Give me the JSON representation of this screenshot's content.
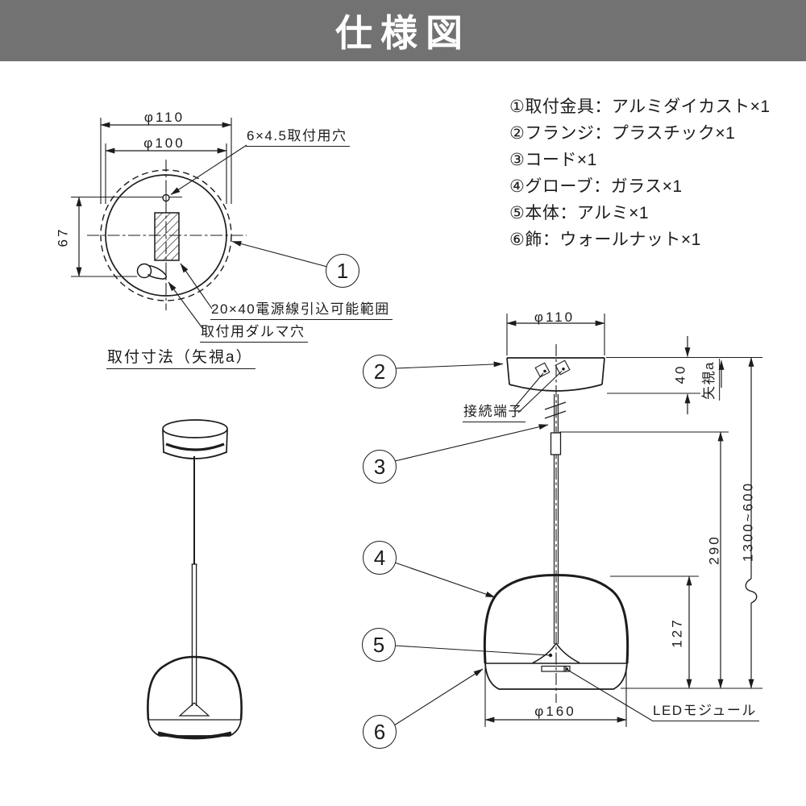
{
  "title": "仕様図",
  "parts_list": {
    "items": [
      "①取付金具：アルミダイカスト×1",
      "②フランジ：プラスチック×1",
      "③コード×1",
      "④グローブ：ガラス×1",
      "⑤本体：アルミ×1",
      "⑥飾：ウォールナット×1"
    ]
  },
  "top_view": {
    "caption": "取付寸法（矢視a）",
    "dim_outer_diameter": "φ110",
    "dim_inner_diameter": "φ100",
    "dim_hole_offset": "67",
    "mounting_hole_label": "6×4.5取付用穴",
    "power_inlet_label": "20×40電源線引込可能範囲",
    "dharma_hole_label": "取付用ダルマ穴",
    "balloon": "1"
  },
  "side_view": {
    "dim_canopy_diameter": "φ110",
    "dim_canopy_height": "40",
    "view_label": "矢視a",
    "terminal_label": "接続端子",
    "dim_globe_height": "127",
    "dim_body_height": "290",
    "dim_overall_height": "1300~600",
    "dim_globe_diameter": "φ160",
    "led_label": "LEDモジュール",
    "balloons": {
      "flange": "2",
      "cord": "3",
      "globe": "4",
      "body": "5",
      "trim": "6"
    }
  },
  "colors": {
    "header_bg": "#727272",
    "header_text": "#ffffff",
    "line": "#1c1c1c"
  }
}
